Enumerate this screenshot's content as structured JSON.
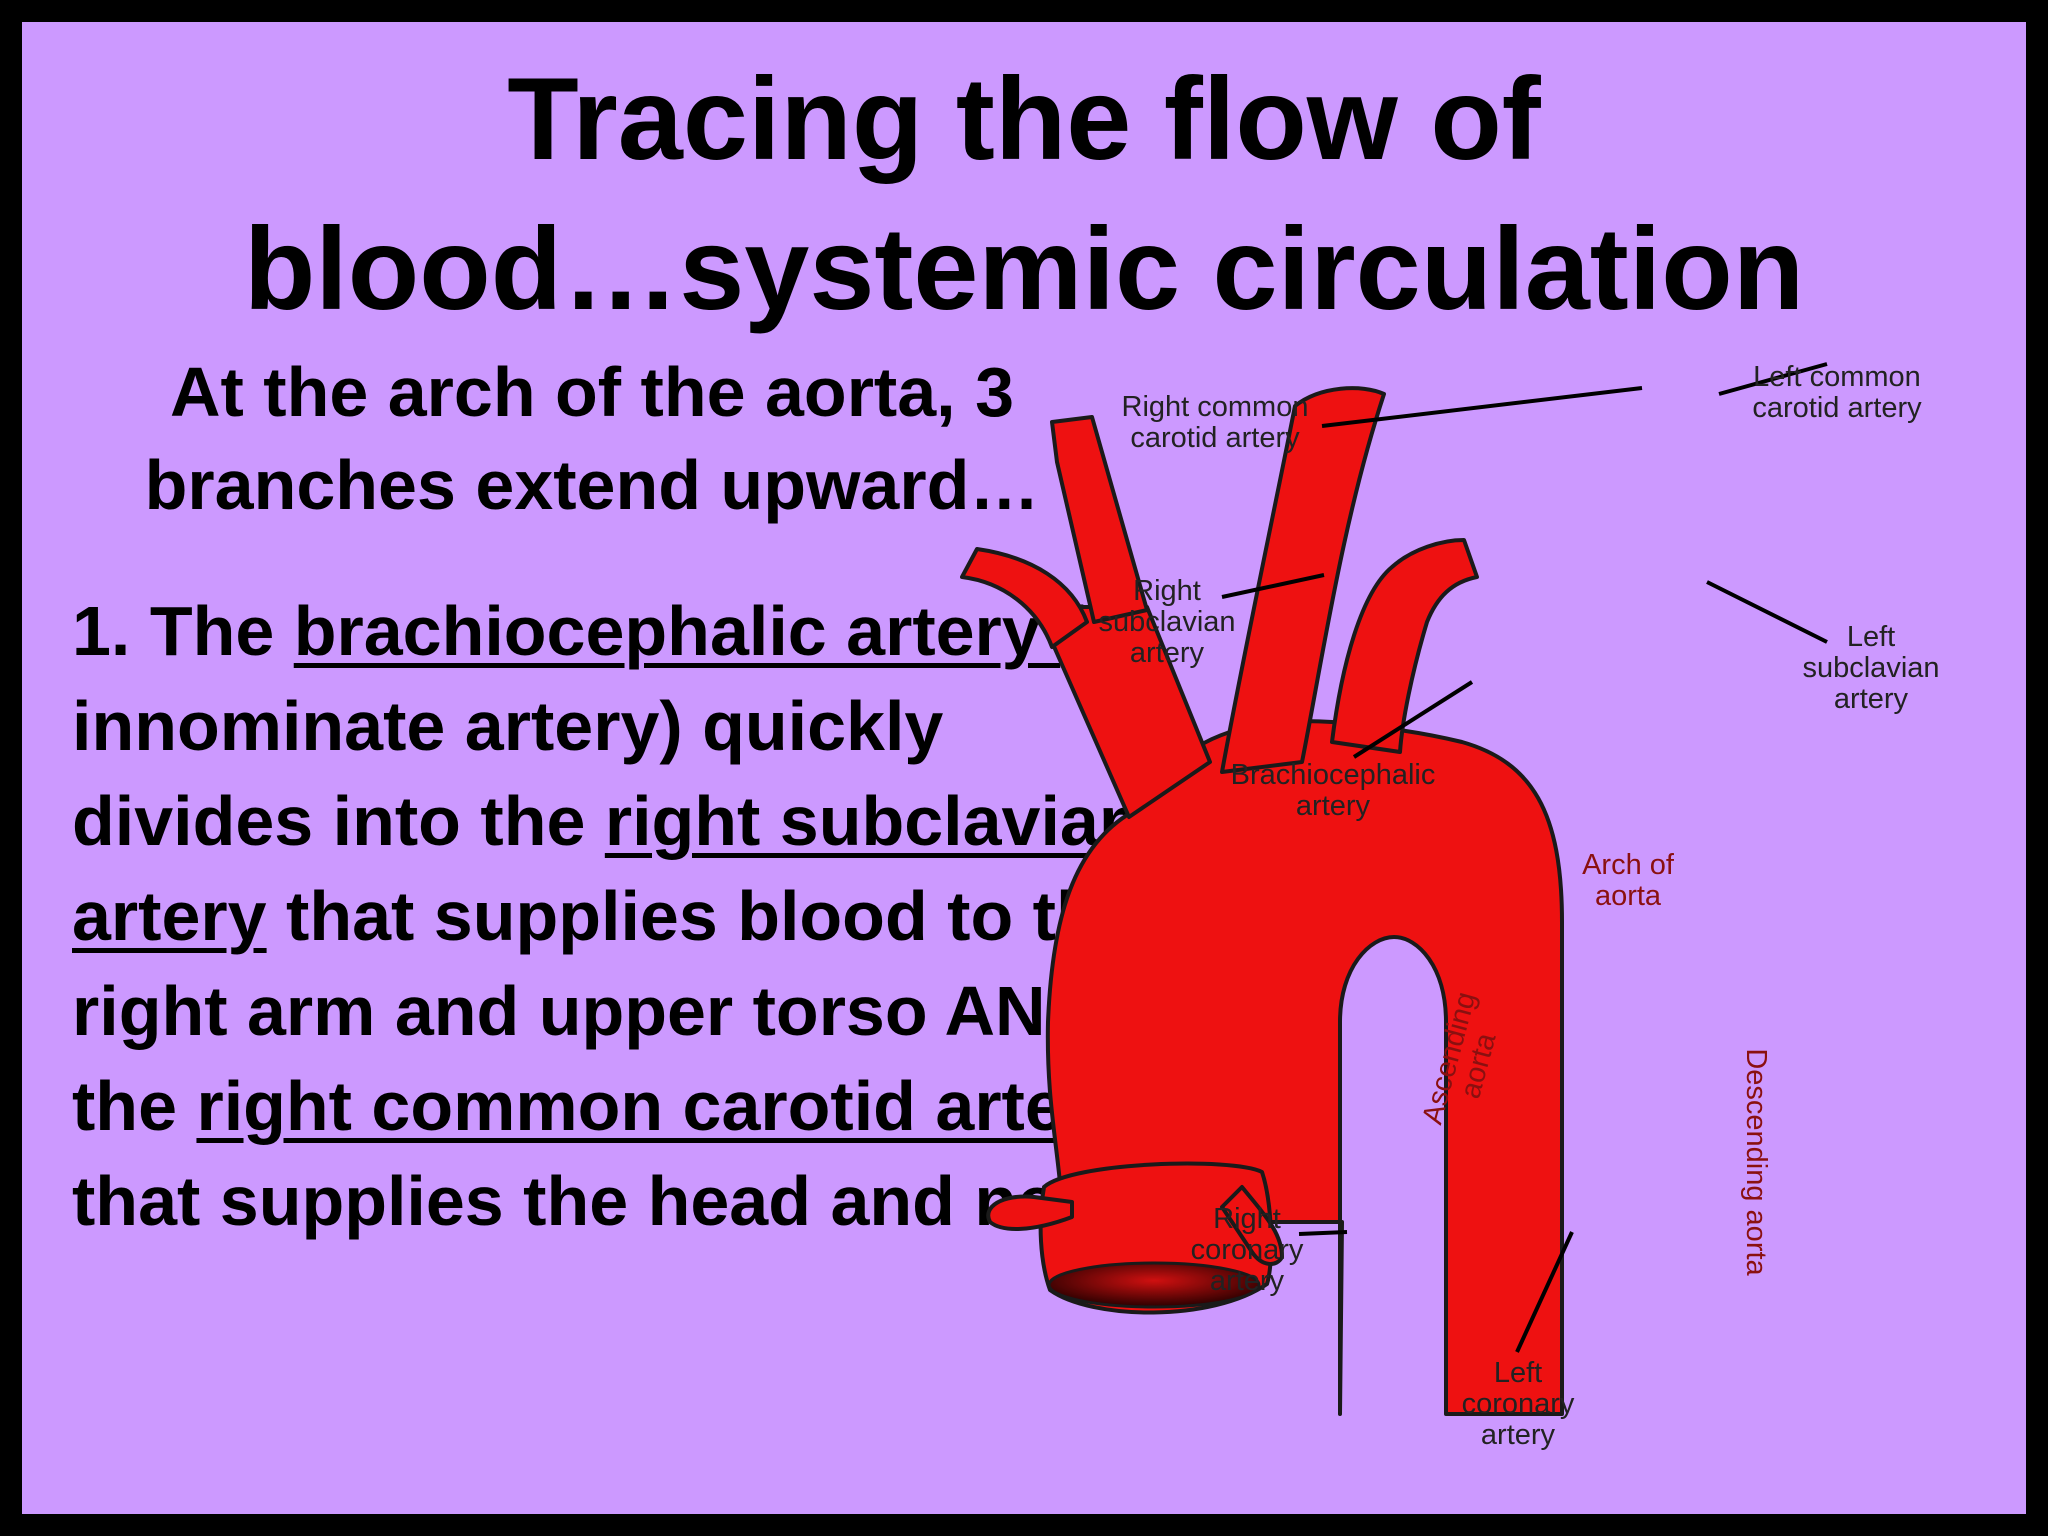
{
  "slide": {
    "title_line1": "Tracing the flow of",
    "title_line2": "blood…systemic circulation",
    "subtitle_line1": "At the arch of the aorta, 3",
    "subtitle_line2": "branches extend upward…",
    "body": {
      "p1": "1.  The ",
      "u1": "brachiocephalic artery ",
      "p2": " (or innominate artery) quickly divides into the ",
      "u2": "right subclavian artery",
      "p3": " that supplies blood to the right arm and upper torso AND the ",
      "u3": "right common carotid artery ",
      "p4": "that supplies the head and neck."
    }
  },
  "diagram": {
    "artery_color": "#ee1111",
    "labels": {
      "right_common_carotid_1": "Right common",
      "right_common_carotid_2": "carotid artery",
      "left_common_carotid_1": "Left common",
      "left_common_carotid_2": "carotid artery",
      "right_subclavian_1": "Right",
      "right_subclavian_2": "subclavian",
      "right_subclavian_3": "artery",
      "left_subclavian_1": "Left",
      "left_subclavian_2": "subclavian",
      "left_subclavian_3": "artery",
      "brachiocephalic_1": "Brachiocephalic",
      "brachiocephalic_2": "artery",
      "arch_1": "Arch of",
      "arch_2": "aorta",
      "ascending_1": "Ascending",
      "ascending_2": "aorta",
      "descending": "Descending aorta",
      "right_coronary_1": "Right",
      "right_coronary_2": "coronary",
      "right_coronary_3": "artery",
      "left_coronary_1": "Left",
      "left_coronary_2": "coronary",
      "left_coronary_3": "artery"
    }
  }
}
